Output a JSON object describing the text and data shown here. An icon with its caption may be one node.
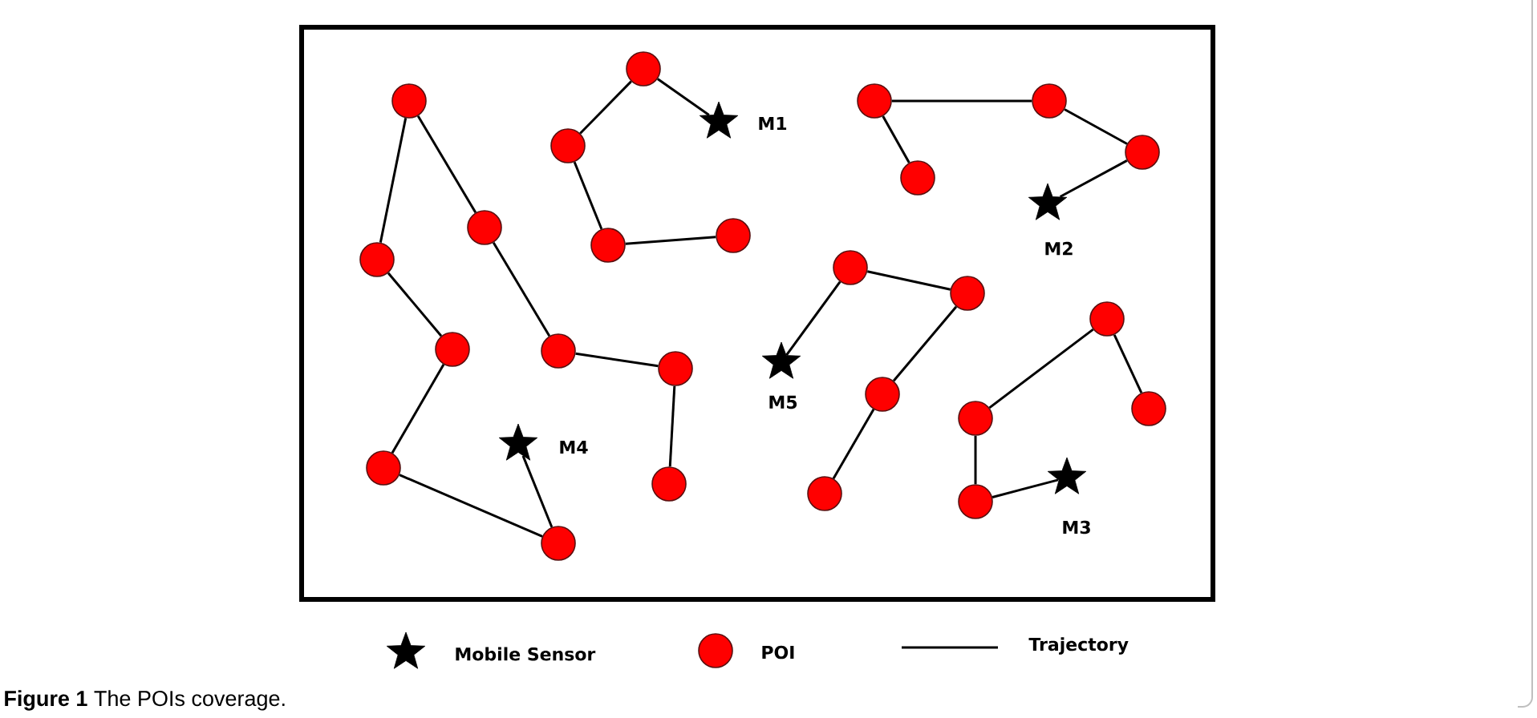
{
  "diagram": {
    "caption": "**Figure 1** The POIs coverage.",
    "nodes": [
      {
        "text": [],
        "shape": "star",
        "beside": [
          "M1"
        ]
      },
      {
        "text": [],
        "shape": "circle"
      },
      {
        "text": [],
        "shape": "circle"
      },
      {
        "text": [],
        "shape": "circle"
      },
      {
        "text": [],
        "shape": "circle"
      },
      {
        "text": [],
        "shape": "star",
        "beside": [
          "M2"
        ]
      },
      {
        "text": [],
        "shape": "circle"
      },
      {
        "text": [],
        "shape": "circle"
      },
      {
        "text": [],
        "shape": "circle"
      },
      {
        "text": [],
        "shape": "circle"
      },
      {
        "text": [],
        "shape": "star",
        "beside": [
          "M3"
        ]
      },
      {
        "text": [],
        "shape": "circle"
      },
      {
        "text": [],
        "shape": "circle"
      },
      {
        "text": [],
        "shape": "circle"
      },
      {
        "text": [],
        "shape": "circle"
      },
      {
        "text": [],
        "shape": "star",
        "beside": [
          "M4"
        ]
      },
      {
        "text": [],
        "shape": "circle"
      },
      {
        "text": [],
        "shape": "circle"
      },
      {
        "text": [],
        "shape": "circle"
      },
      {
        "text": [],
        "shape": "circle"
      },
      {
        "text": [],
        "shape": "circle"
      },
      {
        "text": [],
        "shape": "circle"
      },
      {
        "text": [],
        "shape": "circle"
      },
      {
        "text": [],
        "shape": "circle"
      },
      {
        "text": [],
        "shape": "circle"
      },
      {
        "text": [],
        "shape": "star",
        "beside": [
          "M5"
        ]
      },
      {
        "text": [],
        "shape": "circle"
      },
      {
        "text": [],
        "shape": "circle"
      },
      {
        "text": [],
        "shape": "circle"
      },
      {
        "text": [],
        "shape": "circle"
      }
    ],
    "edges": [
      {
        "from": 0,
        "to": 1,
        "arrow": "none"
      },
      {
        "from": 1,
        "to": 2,
        "arrow": "none"
      },
      {
        "from": 2,
        "to": 3,
        "arrow": "none"
      },
      {
        "from": 3,
        "to": 4,
        "arrow": "none"
      },
      {
        "from": 5,
        "to": 6,
        "arrow": "none"
      },
      {
        "from": 6,
        "to": 7,
        "arrow": "none"
      },
      {
        "from": 7,
        "to": 8,
        "arrow": "none"
      },
      {
        "from": 8,
        "to": 9,
        "arrow": "none"
      },
      {
        "from": 10,
        "to": 11,
        "arrow": "none"
      },
      {
        "from": 11,
        "to": 12,
        "arrow": "none"
      },
      {
        "from": 12,
        "to": 13,
        "arrow": "none"
      },
      {
        "from": 13,
        "to": 14,
        "arrow": "none"
      },
      {
        "from": 15,
        "to": 16,
        "arrow": "none"
      },
      {
        "from": 16,
        "to": 17,
        "arrow": "none"
      },
      {
        "from": 17,
        "to": 18,
        "arrow": "none"
      },
      {
        "from": 18,
        "to": 19,
        "arrow": "none"
      },
      {
        "from": 19,
        "to": 20,
        "arrow": "none"
      },
      {
        "from": 20,
        "to": 21,
        "arrow": "none"
      },
      {
        "from": 21,
        "to": 22,
        "arrow": "none"
      },
      {
        "from": 22,
        "to": 23,
        "arrow": "none"
      },
      {
        "from": 23,
        "to": 24,
        "arrow": "none"
      },
      {
        "from": 25,
        "to": 26,
        "arrow": "none"
      },
      {
        "from": 26,
        "to": 27,
        "arrow": "none"
      },
      {
        "from": 27,
        "to": 28,
        "arrow": "none"
      },
      {
        "from": 28,
        "to": 29,
        "arrow": "none"
      }
    ],
    "legend": [
      {
        "text": "Mobile Sensor"
      },
      {
        "text": "POI",
        "color": "#ff0000"
      },
      {
        "text": "Trajectory"
      }
    ]
  }
}
